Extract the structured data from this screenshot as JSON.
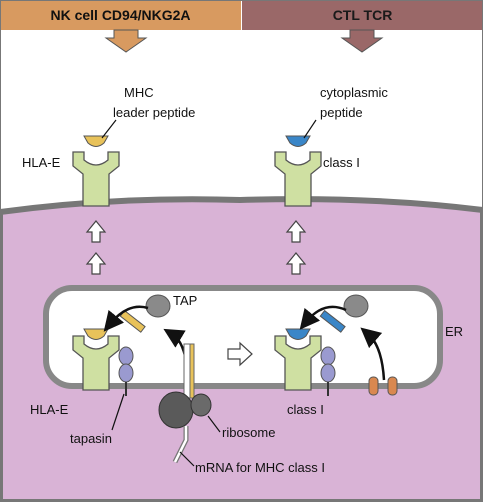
{
  "headers": {
    "left": "NK cell CD94/NKG2A",
    "right": "CTL  TCR"
  },
  "labels": {
    "mhc_leader_peptide_line1": "MHC",
    "mhc_leader_peptide_line2": "leader peptide",
    "cytoplasmic_peptide_line1": "cytoplasmic",
    "cytoplasmic_peptide_line2": "peptide",
    "hla_e_surface": "HLA-E",
    "class_i_surface": "class I",
    "tap": "TAP",
    "er": "ER",
    "hla_e_er": "HLA-E",
    "class_i_er": "class I",
    "tapasin": "tapasin",
    "ribosome": "ribosome",
    "mrna": "mRNA for MHC class I"
  },
  "colors": {
    "header_left": "#d89a60",
    "header_right": "#9a6868",
    "cell": "#d9b3d6",
    "mhc": "#cfe0a2",
    "leader_peptide": "#e8c25a",
    "cytoplasmic_peptide": "#3a86c8",
    "tapasin": "#9a9ad0",
    "ribosome": "#5a5a5a",
    "tap_gray": "#8a8a8a",
    "channel": "#d98850"
  }
}
